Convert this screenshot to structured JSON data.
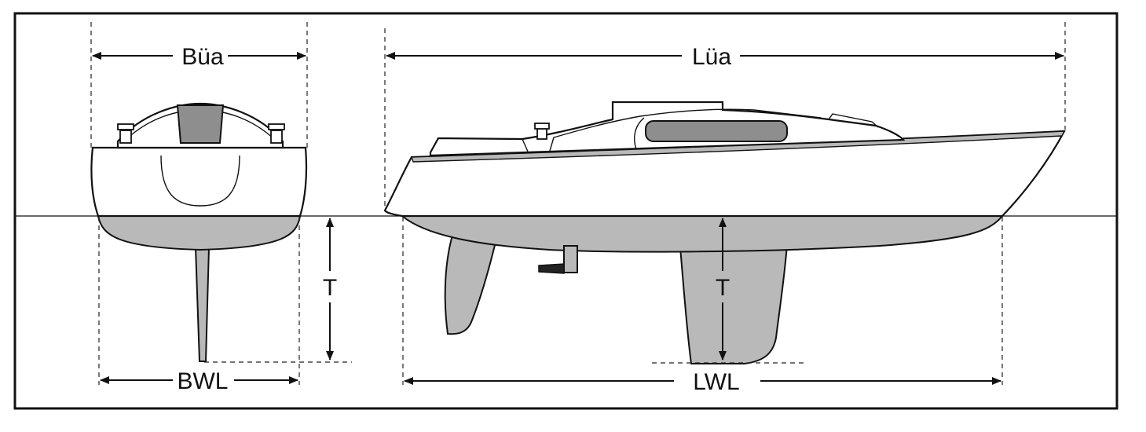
{
  "labels": {
    "beam_overall": "Büa",
    "length_overall": "Lüa",
    "beam_waterline": "BWL",
    "length_waterline": "LWL",
    "draft_stern_view": "T",
    "draft_side_view": "T"
  },
  "colors": {
    "frame": "#111111",
    "underwater_fill": "#b9b9b9",
    "dark_fill": "#8e8e8e",
    "background": "#ffffff"
  }
}
